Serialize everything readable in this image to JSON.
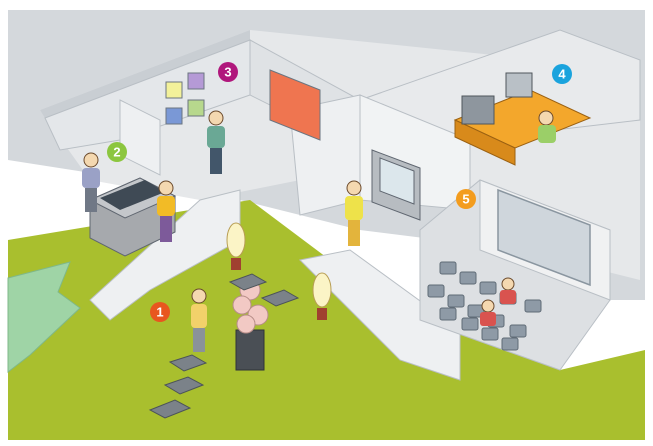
{
  "colors": {
    "background": "#ffffff",
    "backdrop": "#d4d8dc",
    "floor_wall": "#e6e8ea",
    "wall_edge": "#b9bfc5",
    "lawn": "#a9bf2e",
    "arrow": "#9fd4a6"
  },
  "zones": [
    {
      "number": "1",
      "color": "#e8561f",
      "icon": "sculpture-garden"
    },
    {
      "number": "2",
      "color": "#8cc63f",
      "icon": "display-case-counter"
    },
    {
      "number": "3",
      "color": "#b0177c",
      "icon": "painting-gallery"
    },
    {
      "number": "4",
      "color": "#1aa3dd",
      "icon": "control-desk"
    },
    {
      "number": "5",
      "color": "#f39c1e",
      "icon": "projection-theater"
    }
  ]
}
